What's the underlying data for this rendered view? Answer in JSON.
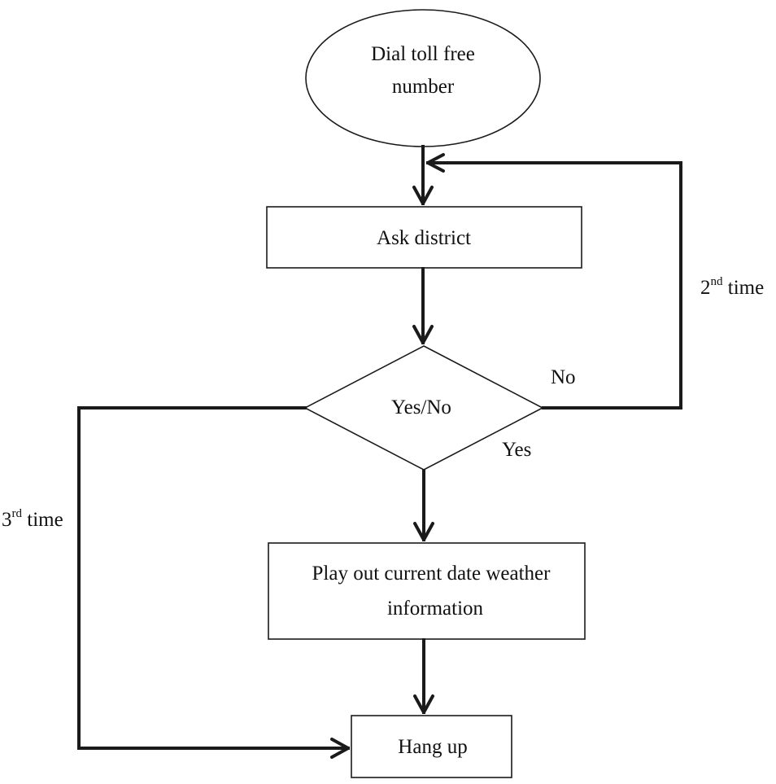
{
  "diagram": {
    "nodes": {
      "start": {
        "line1": "Dial toll free",
        "line2": "number"
      },
      "ask": {
        "label": "Ask district"
      },
      "decision": {
        "label": "Yes/No"
      },
      "play": {
        "line1": "Play out current date weather",
        "line2": "information"
      },
      "end": {
        "label": "Hang up"
      }
    },
    "edges": {
      "no_label": "No",
      "yes_label": "Yes",
      "second_num": "2",
      "second_sup": "nd",
      "second_word": " time",
      "third_num": "3",
      "third_sup": "rd",
      "third_word": " time"
    }
  }
}
